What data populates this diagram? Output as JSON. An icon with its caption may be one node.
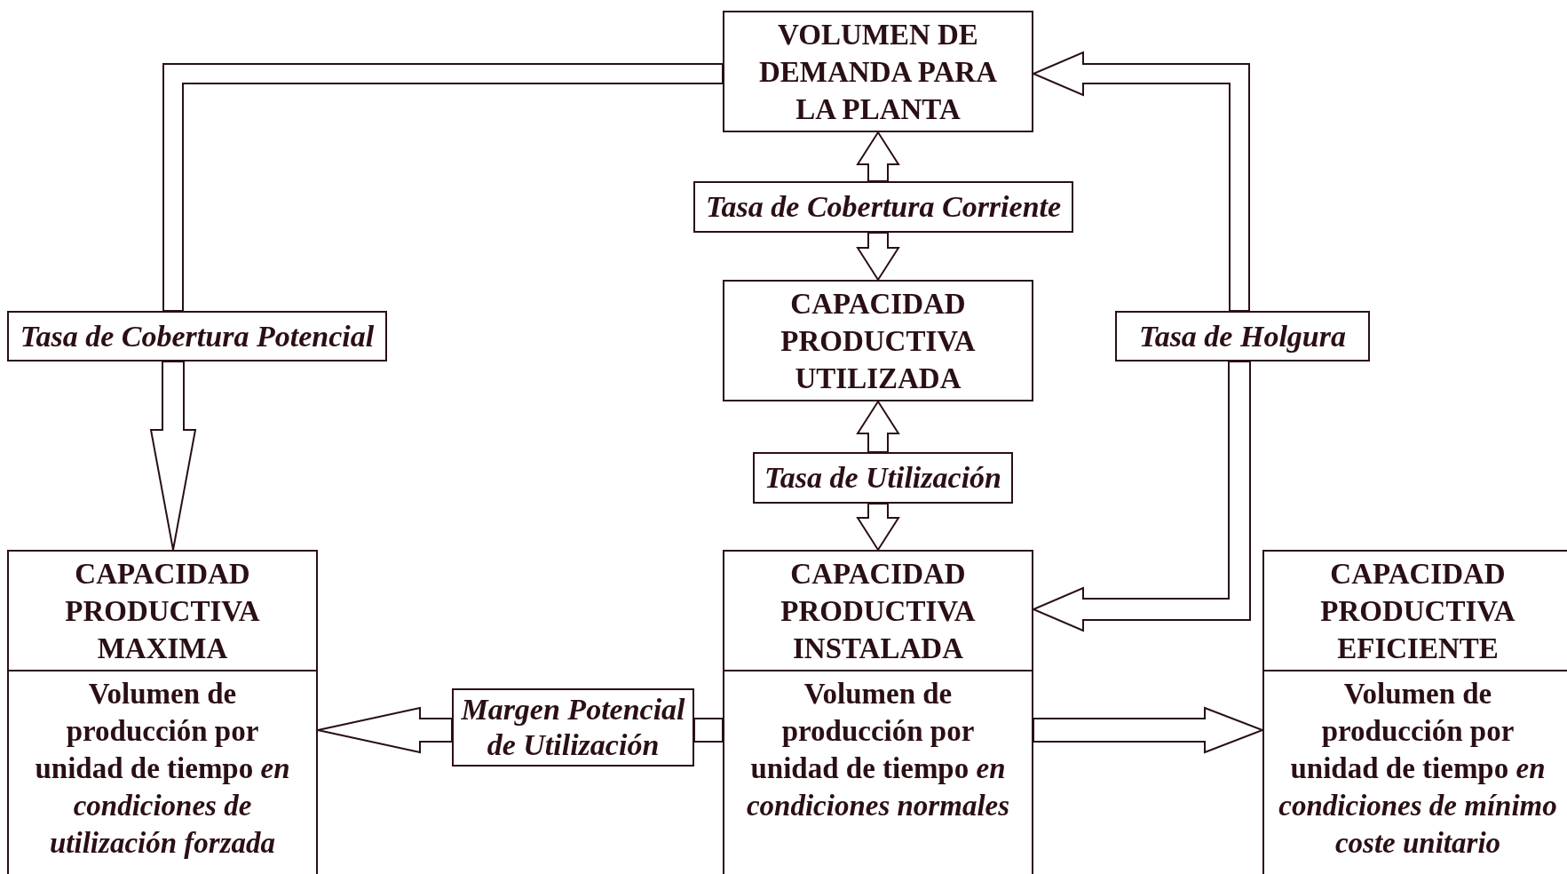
{
  "diagram": {
    "nodes": [
      {
        "text": [
          "VOLUMEN DE DEMANDA PARA LA PLANTA"
        ]
      },
      {
        "text": [
          "Tasa de Cobertura Corriente"
        ]
      },
      {
        "text": [
          "Tasa de Cobertura Potencial"
        ]
      },
      {
        "text": [
          "CAPACIDAD PRODUCTIVA UTILIZADA"
        ]
      },
      {
        "text": [
          "Tasa de Holgura"
        ]
      },
      {
        "text": [
          "Tasa de Utilización"
        ]
      },
      {
        "text": [
          "CAPACIDAD PRODUCTIVA MAXIMA",
          "Volumen de producción por unidad de tiempo *en condiciones de utilización forzada*"
        ]
      },
      {
        "text": [
          "CAPACIDAD PRODUCTIVA INSTALADA",
          "Volumen de producción por unidad de tiempo *en condiciones normales*"
        ]
      },
      {
        "text": [
          "CAPACIDAD PRODUCTIVA EFICIENTE",
          "Volumen de producción por unidad de tiempo *en condiciones de mínimo coste unitario*"
        ]
      },
      {
        "text": [
          "Margen Potencial de Utilización"
        ]
      }
    ],
    "edges": [
      {
        "from": 1,
        "to": 0,
        "arrow": "to"
      },
      {
        "from": 1,
        "to": 3,
        "arrow": "to"
      },
      {
        "from": 0,
        "to": 2,
        "arrow": "none"
      },
      {
        "from": 2,
        "to": 6,
        "arrow": "to"
      },
      {
        "from": 4,
        "to": 0,
        "arrow": "to"
      },
      {
        "from": 4,
        "to": 7,
        "arrow": "to"
      },
      {
        "from": 5,
        "to": 3,
        "arrow": "to"
      },
      {
        "from": 5,
        "to": 7,
        "arrow": "to"
      },
      {
        "from": 7,
        "to": 9,
        "arrow": "none"
      },
      {
        "from": 9,
        "to": 6,
        "arrow": "to"
      },
      {
        "from": 7,
        "to": 8,
        "arrow": "to"
      }
    ]
  }
}
